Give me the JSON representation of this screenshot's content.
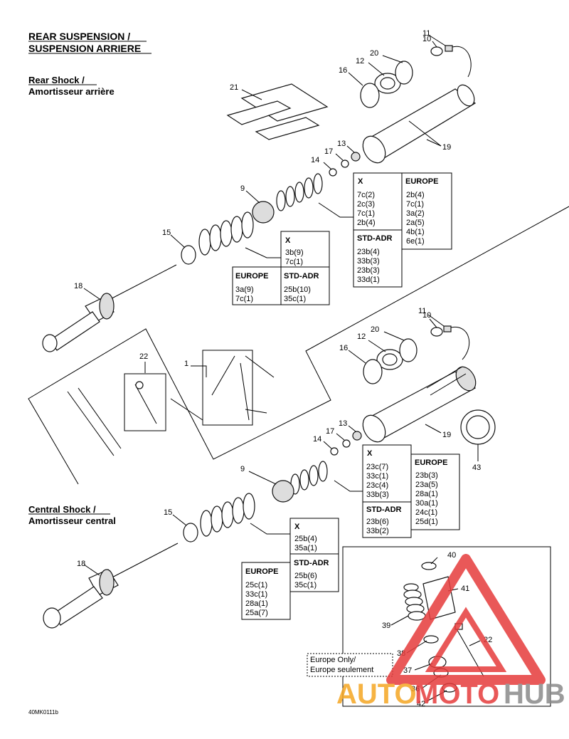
{
  "titles": {
    "main_line1": "REAR SUSPENSION /",
    "main_line2": "SUSPENSION ARRIERE",
    "rear_line1": "Rear Shock /",
    "rear_line2": "Amortisseur arrière",
    "central_line1": "Central Shock /",
    "central_line2": "Amortisseur central"
  },
  "callouts": {
    "c1": "1",
    "c9a": "9",
    "c9b": "9",
    "c10a": "10",
    "c10b": "10",
    "c11a": "11",
    "c11b": "11",
    "c12a": "12",
    "c12b": "12",
    "c13a": "13",
    "c13b": "13",
    "c14a": "14",
    "c14b": "14",
    "c15a": "15",
    "c15b": "15",
    "c16a": "16",
    "c16b": "16",
    "c17a": "17",
    "c17b": "17",
    "c18a": "18",
    "c18b": "18",
    "c19a": "19",
    "c19b": "19",
    "c20a": "20",
    "c20b": "20",
    "c21": "21",
    "c22a": "22",
    "c22b": "22",
    "c36": "36",
    "c37": "37",
    "c38": "38",
    "c39": "39",
    "c40": "40",
    "c41": "41",
    "c42": "42",
    "c43": "43"
  },
  "tables": {
    "rear_upper": {
      "x_header": "X",
      "x_rows": [
        "7c(2)",
        "2c(3)",
        "7c(1)",
        "2b(4)"
      ],
      "europe_header": "EUROPE",
      "europe_rows": [
        "2b(4)",
        "7c(1)",
        "3a(2)",
        "2a(5)",
        "4b(1)",
        "6e(1)"
      ],
      "std_header": "STD-ADR",
      "std_rows": [
        "23b(4)",
        "33b(3)",
        "23b(3)",
        "33d(1)"
      ]
    },
    "rear_lower": {
      "x_header": "X",
      "x_rows": [
        "3b(9)",
        "7c(1)"
      ],
      "europe_header": "EUROPE",
      "europe_rows": [
        "3a(9)",
        "7c(1)"
      ],
      "std_header": "STD-ADR",
      "std_rows": [
        "25b(10)",
        "35c(1)"
      ]
    },
    "central_upper": {
      "x_header": "X",
      "x_rows": [
        "23c(7)",
        "33c(1)",
        "23c(4)",
        "33b(3)"
      ],
      "europe_header": "EUROPE",
      "europe_rows": [
        "23b(3)",
        "23a(5)",
        "28a(1)",
        "30a(1)",
        "24c(1)",
        "25d(1)"
      ],
      "std_header": "STD-ADR",
      "std_rows": [
        "23b(6)",
        "33b(2)"
      ]
    },
    "central_lower": {
      "x_header": "X",
      "x_rows": [
        "25b(4)",
        "35a(1)"
      ],
      "std_header": "STD-ADR",
      "std_rows": [
        "25b(6)",
        "35c(1)"
      ],
      "europe_header": "EUROPE",
      "europe_rows": [
        "25c(1)",
        "33c(1)",
        "28a(1)",
        "25a(7)"
      ]
    }
  },
  "europe_note": {
    "line1": "Europe Only/",
    "line2": "Europe seulement"
  },
  "figure_code": "40MK0111b",
  "watermark": {
    "part1": "AUTO",
    "part2": "MOTO",
    "part3": "HUB",
    "color_orange": "#f5a623",
    "color_red": "#e63c3c",
    "color_gray": "#8a8a8a"
  }
}
